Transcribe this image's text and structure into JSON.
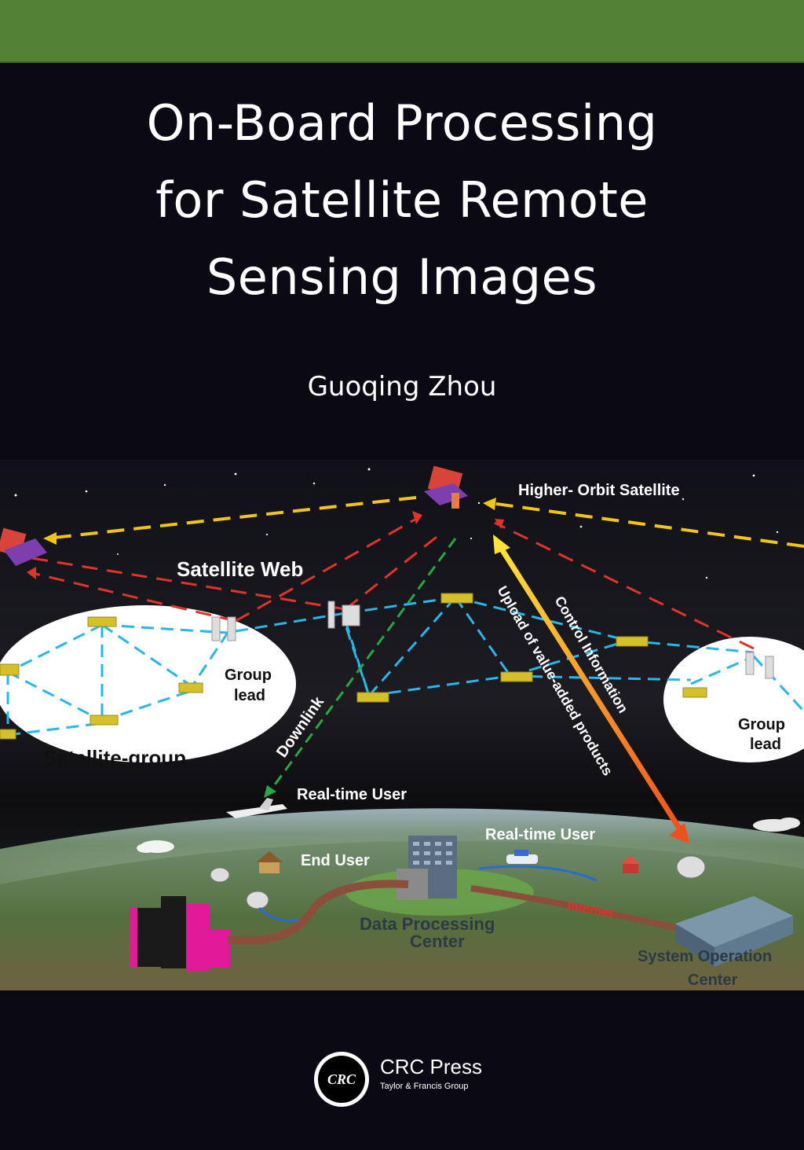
{
  "cover": {
    "title_lines": [
      "On-Board Processing",
      "for Satellite Remote",
      "Sensing Images"
    ],
    "author": "Guoqing Zhou"
  },
  "diagram": {
    "higher_orbit": "Higher- Orbit Satellite",
    "satellite_web": "Satellite Web",
    "group_lead_left_1": "Group",
    "group_lead_left_2": "lead",
    "satellite_group": "Satellite-group",
    "group_lead_right_1": "Group",
    "group_lead_right_2": "lead",
    "downlink": "Downlink",
    "upload": "Upload of value-added products",
    "control": "Control Information",
    "realtime_user_1": "Real-time User",
    "realtime_user_2": "Real-time User",
    "end_user": "End User",
    "dpc_1": "Data Processing",
    "dpc_2": "Center",
    "internet": "Internet",
    "soc_1": "System Operation",
    "soc_2": "Center"
  },
  "publisher": {
    "logo_text": "CRC",
    "name": "CRC Press",
    "group": "Taylor & Francis Group"
  },
  "colors": {
    "band": "#538135",
    "background": "#0b0a14",
    "orbit_dash": "#f0c419",
    "link_red": "#e0332c",
    "web_cyan": "#29b6e8",
    "downlink_green": "#27a844"
  }
}
